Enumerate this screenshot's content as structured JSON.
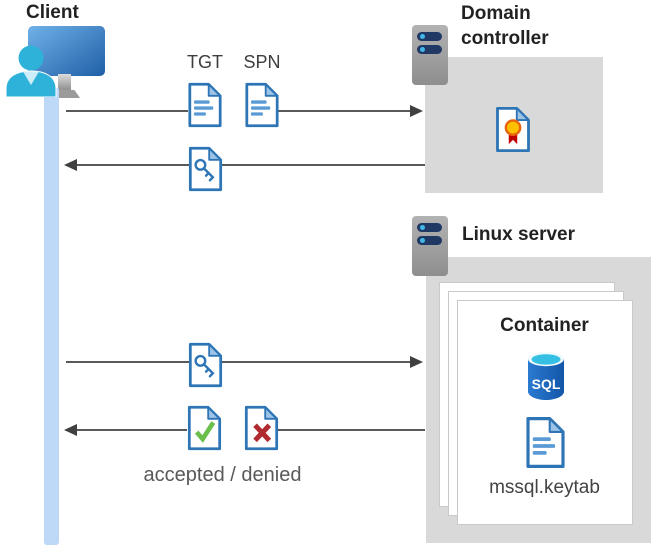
{
  "client": {
    "label": "Client"
  },
  "flow": {
    "tgt_label": "TGT",
    "spn_label": "SPN",
    "accepted_denied_label": "accepted / denied"
  },
  "domain_controller": {
    "label": "Domain controller"
  },
  "linux_server": {
    "label": "Linux server",
    "container": {
      "label": "Container",
      "sql_badge_text": "SQL",
      "keytab_label": "mssql.keytab"
    }
  },
  "icons": {
    "client": "user-at-monitor-icon",
    "domain_controller": "server-icon",
    "linux_server": "server-icon",
    "certificate": "certificate-document-icon",
    "tgt": "ticket-document-icon",
    "spn": "ticket-document-icon",
    "service_ticket": "key-document-icon",
    "accepted": "check-document-icon",
    "denied": "x-document-icon",
    "sql": "sql-database-icon",
    "keytab": "document-icon"
  },
  "colors": {
    "doc_blue": "#2e75b6",
    "doc_line_blue": "#5b9bd5",
    "doc_fold_blue": "#9dc3e6",
    "box_gray": "#d9d9d9",
    "arrow_gray": "#595959",
    "timeline_blue": "#bed9f7",
    "check_green": "#6abf4b",
    "deny_red": "#b02b30",
    "cert_yellow": "#ffc000",
    "cert_ribbon_red": "#c00000",
    "sql_blue": "#1a63bd",
    "sql_cyan": "#35bfe3",
    "person_cyan": "#2fb2da",
    "server_bar_navy": "#203864"
  }
}
